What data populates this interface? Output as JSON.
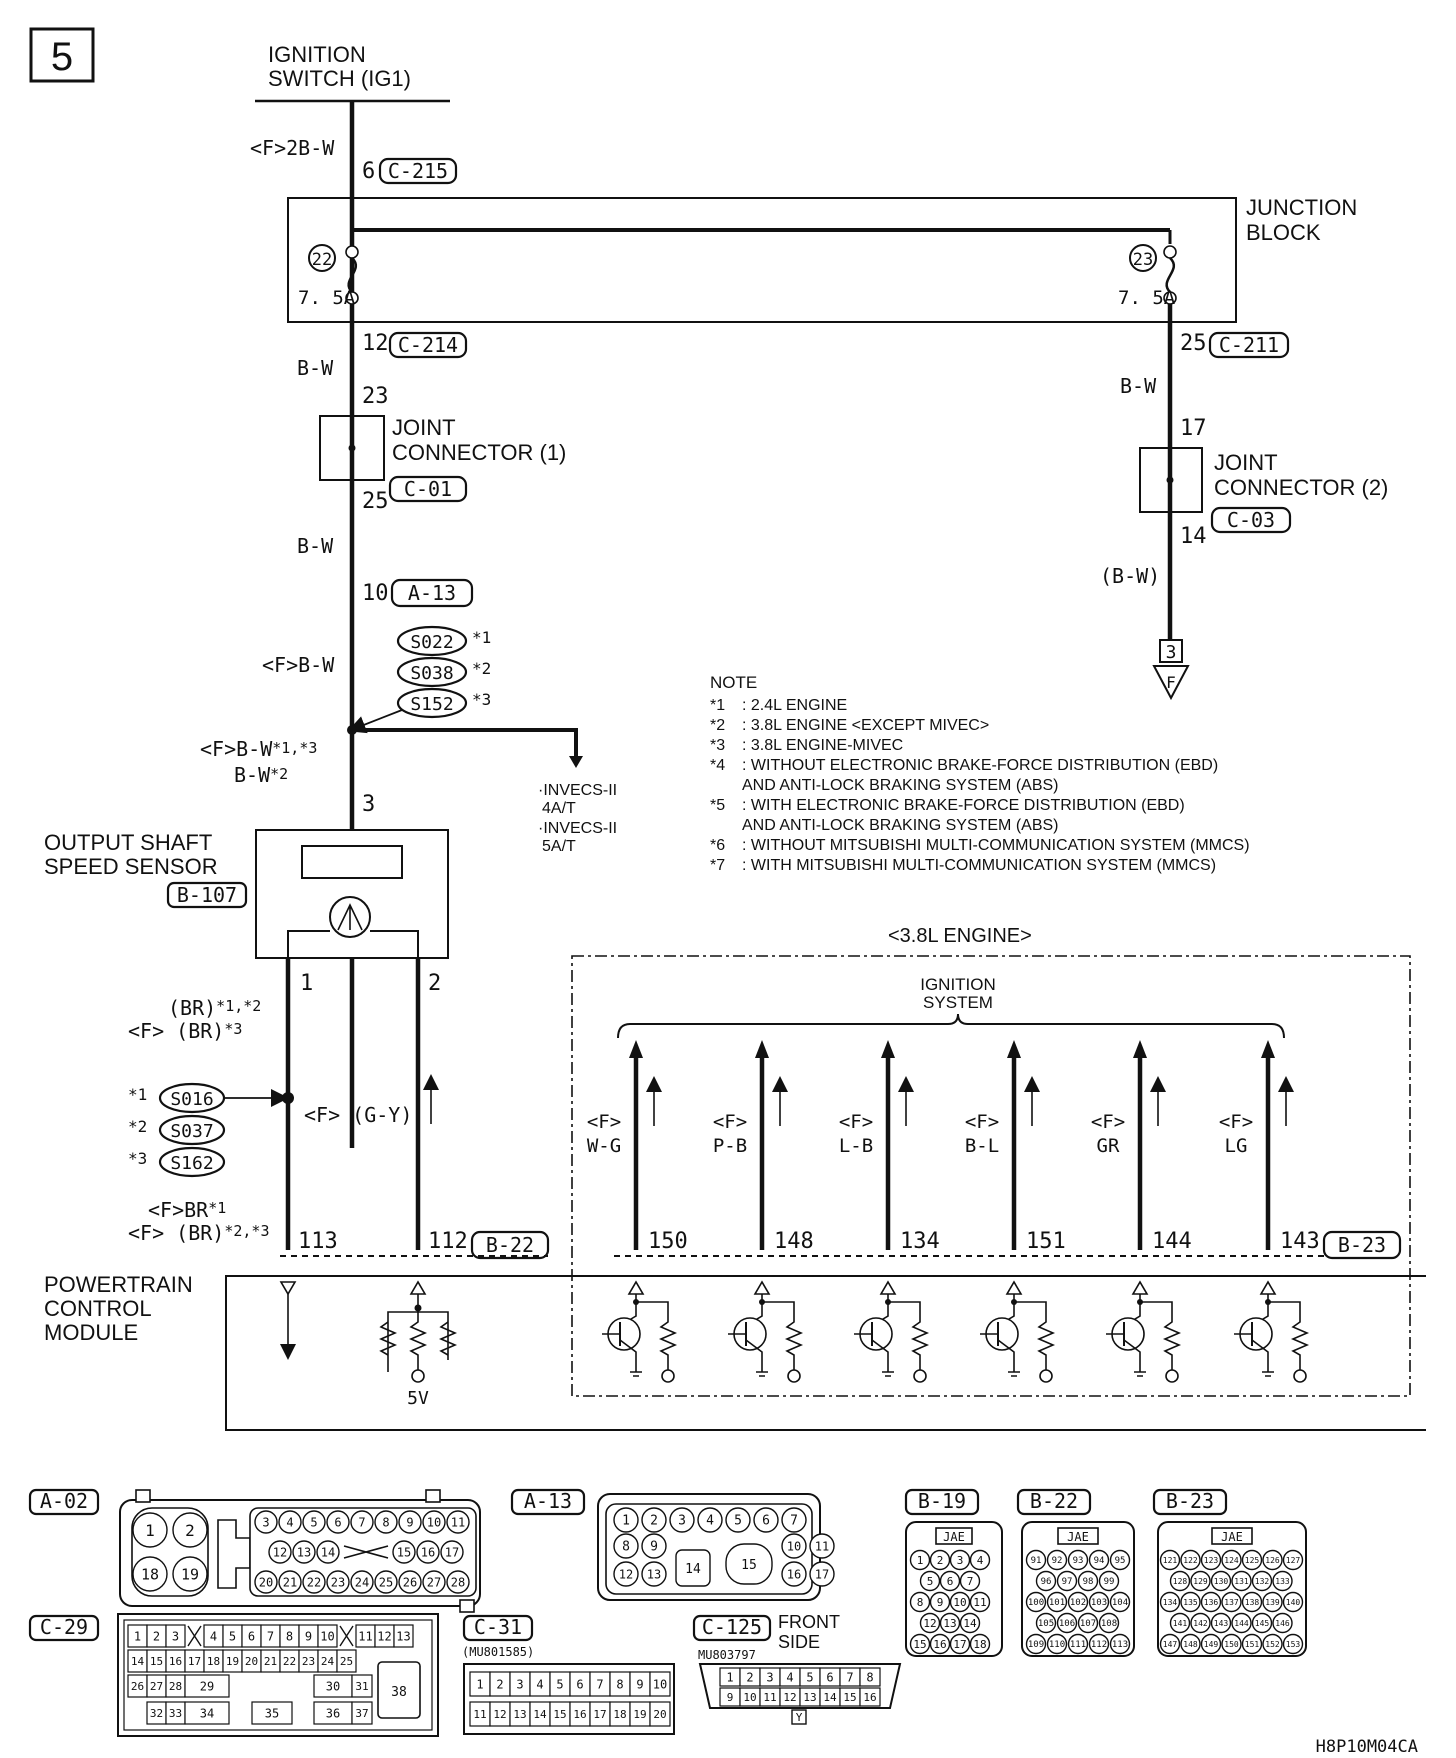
{
  "page_number": "5",
  "ignition": {
    "line1": "IGNITION",
    "line2": "SWITCH (IG1)"
  },
  "junction_block": {
    "line1": "JUNCTION",
    "line2": "BLOCK",
    "fuse_left": "22",
    "fuse_right": "23",
    "rating": "7. 5A"
  },
  "wires": {
    "w1": "<F>2B-W",
    "w2": "B-W",
    "w3": "B-W",
    "w4": "<F>B-W",
    "w5a": "<F>B-W",
    "w5a_star": "*1,*3",
    "w5b": "B-W",
    "w5b_star": "*2",
    "w_right1": "B-W",
    "w_right2": "(B-W)",
    "w_gy": "<F> (G-Y)",
    "br1": "(BR)",
    "br1_star": "*1,*2",
    "br2": "<F> (BR)",
    "br2_star": "*3",
    "br3": "<F>BR",
    "br3_star": "*1",
    "br4": "<F> (BR)",
    "br4_star": "*2,*3"
  },
  "pins": {
    "p6": "6",
    "c215": "C-215",
    "p12": "12",
    "c214": "C-214",
    "p23": "23",
    "p25": "25",
    "c01": "C-01",
    "p10": "10",
    "a13": "A-13",
    "p3": "3",
    "p25r": "25",
    "c211": "C-211",
    "p17": "17",
    "p14": "14",
    "c03": "C-03",
    "p1": "1",
    "p2": "2",
    "p113": "113",
    "p112": "112",
    "b22": "B-22",
    "p150": "150",
    "p148": "148",
    "p134": "134",
    "p151": "151",
    "p144": "144",
    "p143": "143",
    "b23": "B-23"
  },
  "joint1": {
    "line1": "JOINT",
    "line2": "CONNECTOR (1)"
  },
  "joint2": {
    "line1": "JOINT",
    "line2": "CONNECTOR (2)"
  },
  "splices_top": [
    {
      "id": "S022",
      "star": "*1"
    },
    {
      "id": "S038",
      "star": "*2"
    },
    {
      "id": "S152",
      "star": "*3"
    }
  ],
  "splices_mid": [
    {
      "id": "S016",
      "star": "*1"
    },
    {
      "id": "S037",
      "star": "*2"
    },
    {
      "id": "S162",
      "star": "*3"
    }
  ],
  "offpage": {
    "number": "3",
    "letter": "F"
  },
  "invecs": {
    "l1": "·INVECS-II",
    "l2": "4A/T",
    "l3": "·INVECS-II",
    "l4": "5A/T"
  },
  "sensor": {
    "line1": "OUTPUT SHAFT",
    "line2": "SPEED SENSOR",
    "connector": "B-107"
  },
  "notes": {
    "title": "NOTE",
    "items": [
      {
        "star": "*1",
        "text": ": 2.4L ENGINE"
      },
      {
        "star": "*2",
        "text": ": 3.8L ENGINE <EXCEPT MIVEC>"
      },
      {
        "star": "*3",
        "text": ": 3.8L ENGINE-MIVEC"
      },
      {
        "star": "*4",
        "text": ": WITHOUT ELECTRONIC BRAKE-FORCE DISTRIBUTION (EBD)"
      },
      {
        "star": "",
        "text": "AND ANTI-LOCK BRAKING SYSTEM (ABS)"
      },
      {
        "star": "*5",
        "text": ": WITH ELECTRONIC BRAKE-FORCE DISTRIBUTION (EBD)"
      },
      {
        "star": "",
        "text": "AND ANTI-LOCK BRAKING SYSTEM (ABS)"
      },
      {
        "star": "*6",
        "text": ": WITHOUT MITSUBISHI MULTI-COMMUNICATION SYSTEM (MMCS)"
      },
      {
        "star": "*7",
        "text": ": WITH MITSUBISHI MULTI-COMMUNICATION SYSTEM (MMCS)"
      }
    ]
  },
  "engine_label": "<3.8L ENGINE>",
  "ignition_system": {
    "line1": "IGNITION",
    "line2": "SYSTEM"
  },
  "coil_wires": [
    {
      "f": "<F>",
      "color": "W-G"
    },
    {
      "f": "<F>",
      "color": "P-B"
    },
    {
      "f": "<F>",
      "color": "L-B"
    },
    {
      "f": "<F>",
      "color": "B-L"
    },
    {
      "f": "<F>",
      "color": "GR"
    },
    {
      "f": "<F>",
      "color": "LG"
    }
  ],
  "pcm": {
    "line1": "POWERTRAIN",
    "line2": "CONTROL",
    "line3": "MODULE",
    "v5": "5V"
  },
  "connectors": {
    "a02": "A-02",
    "a13": "A-13",
    "b19": "B-19",
    "b22": "B-22",
    "b23": "B-23",
    "c29": "C-29",
    "c31": "C-31",
    "c31_part": "(MU801585)",
    "c125": "C-125",
    "c125_part": "MU803797",
    "front": "FRONT",
    "side": "SIDE",
    "jae": "JAE",
    "y": "Y"
  },
  "figure_id": "H8P10M04CA"
}
